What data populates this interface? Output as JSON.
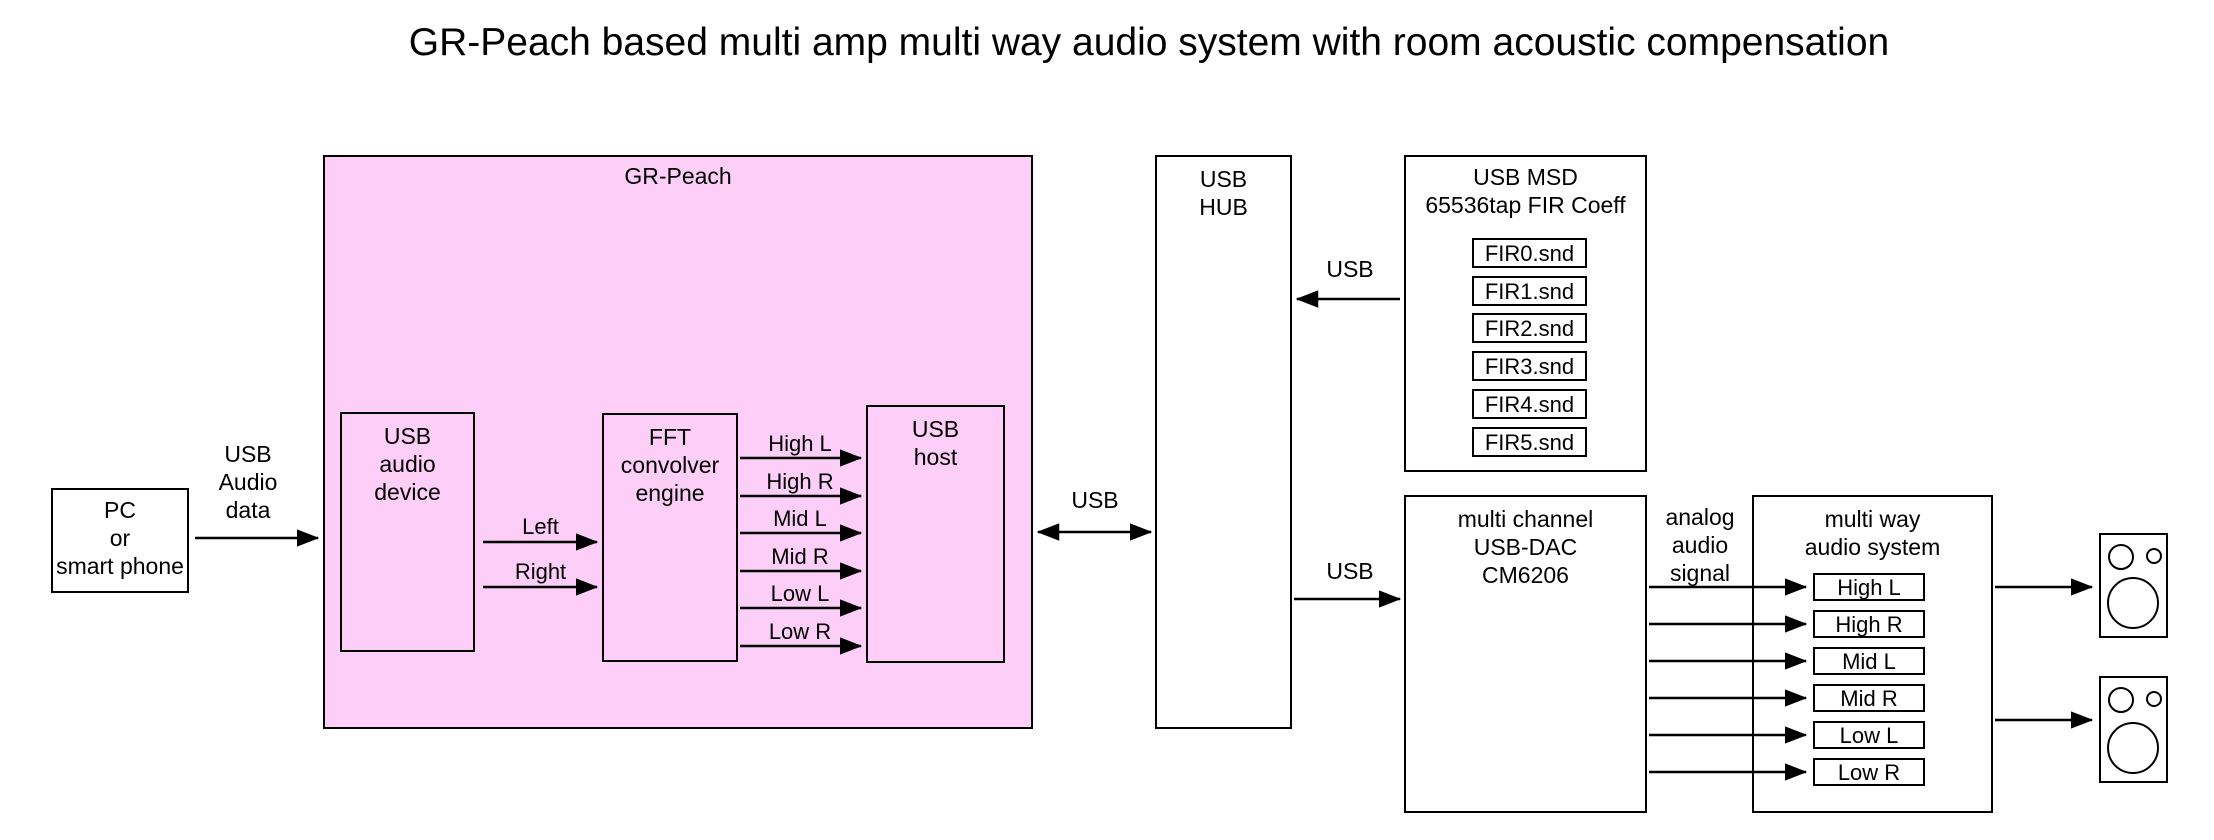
{
  "title": "GR-Peach based multi amp multi way audio system with room acoustic compensation",
  "colors": {
    "gr_peach_fill": "#fccef8",
    "box_border": "#000000",
    "background": "#ffffff",
    "text": "#000000"
  },
  "pc_box": {
    "label": "PC\nor\nsmart phone"
  },
  "arrows": {
    "pc_to_grpeach": "USB\nAudio\ndata",
    "left": "Left",
    "right": "Right",
    "grpeach_hub": "USB",
    "msd_to_hub": "USB",
    "hub_to_dac": "USB",
    "analog": "analog\naudio\nsignal"
  },
  "gr_peach": {
    "label": "GR-Peach",
    "usb_audio_device": "USB\naudio\ndevice",
    "fft_convolver": "FFT\nconvolver\nengine",
    "usb_host": "USB\nhost",
    "signals": [
      "High L",
      "High R",
      "Mid L",
      "Mid R",
      "Low L",
      "Low R"
    ]
  },
  "usb_hub": {
    "label": "USB\nHUB"
  },
  "usb_msd": {
    "label": "USB MSD\n65536tap FIR Coeff",
    "files": [
      "FIR0.snd",
      "FIR1.snd",
      "FIR2.snd",
      "FIR3.snd",
      "FIR4.snd",
      "FIR5.snd"
    ]
  },
  "usb_dac": {
    "label": "multi channel\nUSB-DAC\nCM6206"
  },
  "multi_way": {
    "label": "multi way\naudio system",
    "channels": [
      "High L",
      "High R",
      "Mid L",
      "Mid R",
      "Low L",
      "Low R"
    ]
  }
}
